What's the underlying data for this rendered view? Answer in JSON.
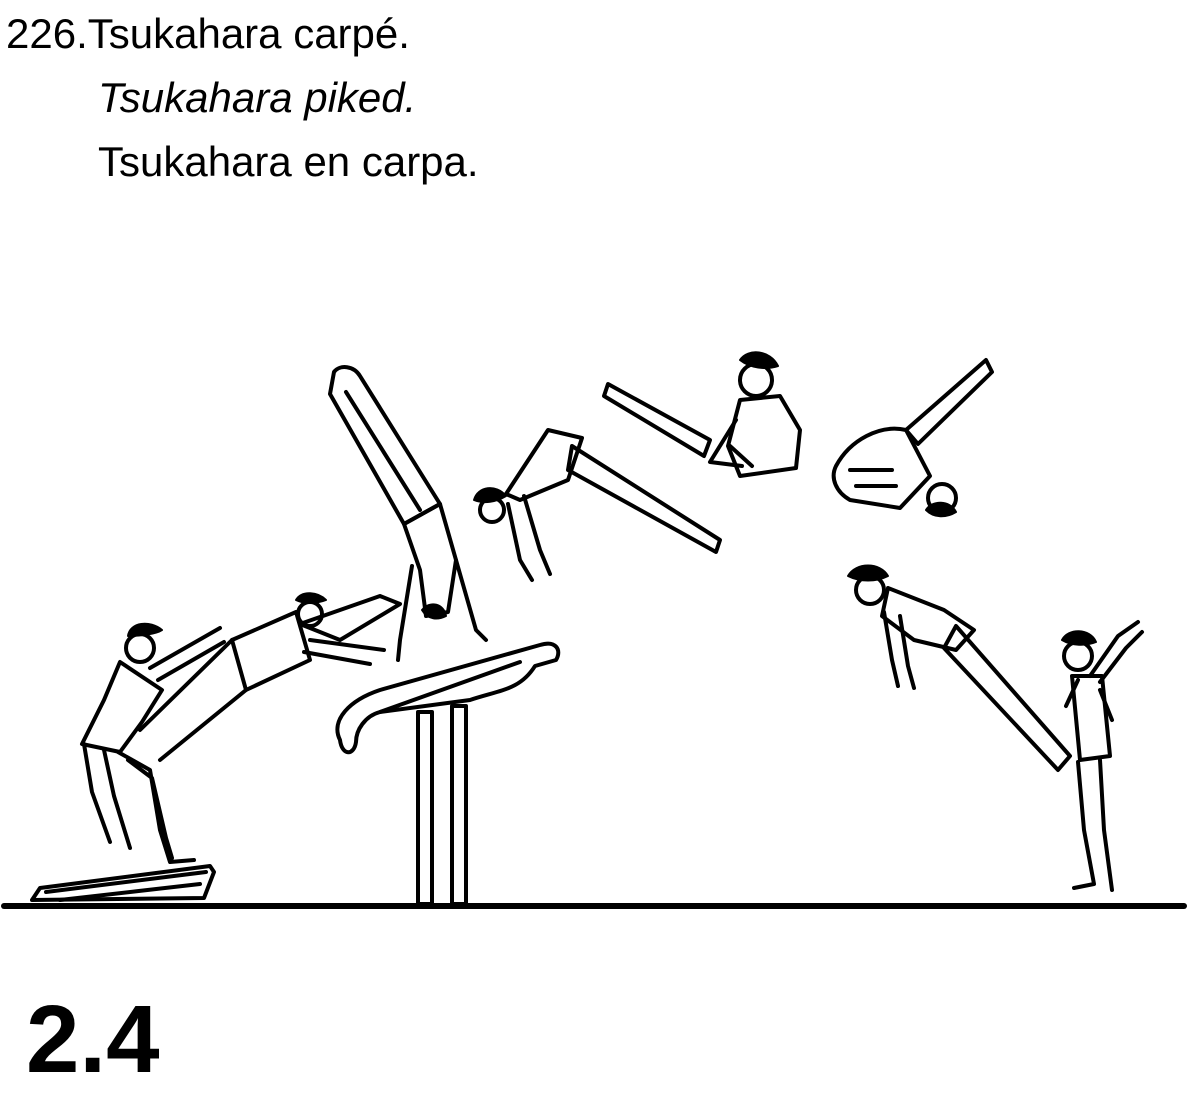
{
  "element": {
    "number": "226.",
    "name_fr": "Tsukahara carpé.",
    "name_en": "Tsukahara piked.",
    "name_es": "Tsukahara en carpa.",
    "value": "2.4"
  },
  "colors": {
    "ink": "#000000",
    "background": "#ffffff"
  }
}
